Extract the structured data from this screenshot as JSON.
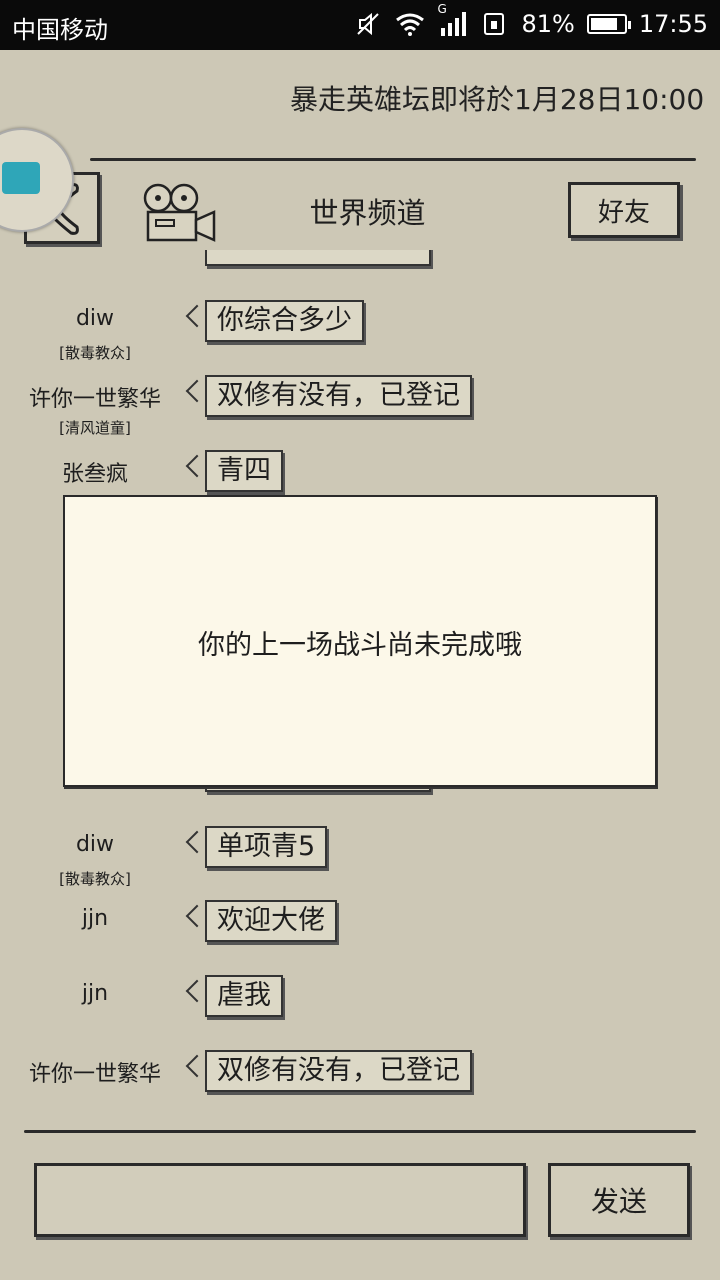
{
  "status_bar": {
    "carrier": "中国移动",
    "network": "G",
    "battery": "81%",
    "battery_level": 0.81,
    "time": "17:55"
  },
  "marquee": "暴走英雄坛即将於1月28日10:00",
  "header": {
    "title": "世界频道",
    "friend_button": "好友"
  },
  "messages": [
    {
      "sender": "diw",
      "tag": "[散毒教众]",
      "text": "你综合多少"
    },
    {
      "sender": "许你一世繁华",
      "tag": "[清风道童]",
      "text": "双修有没有，已登记"
    },
    {
      "sender": "张叁疯",
      "tag": "",
      "text": "青四"
    },
    {
      "sender": "diw",
      "tag": "[散毒教众]",
      "text": "单项青5"
    },
    {
      "sender": "jjn",
      "tag": "",
      "text": "欢迎大佬"
    },
    {
      "sender": "jjn",
      "tag": "",
      "text": "虐我"
    },
    {
      "sender": "许你一世繁华",
      "tag": "",
      "text": "双修有没有，已登记"
    }
  ],
  "dialog": {
    "text": "你的上一场战斗尚未完成哦"
  },
  "input": {
    "value": "",
    "send_button": "发送"
  }
}
